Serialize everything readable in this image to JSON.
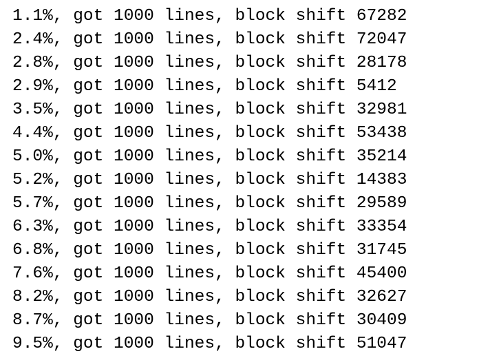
{
  "console": {
    "lines": [
      "1.1%, got 1000 lines, block shift 67282",
      "2.4%, got 1000 lines, block shift 72047",
      "2.8%, got 1000 lines, block shift 28178",
      "2.9%, got 1000 lines, block shift 5412",
      "3.5%, got 1000 lines, block shift 32981",
      "4.4%, got 1000 lines, block shift 53438",
      "5.0%, got 1000 lines, block shift 35214",
      "5.2%, got 1000 lines, block shift 14383",
      "5.7%, got 1000 lines, block shift 29589",
      "6.3%, got 1000 lines, block shift 33354",
      "6.8%, got 1000 lines, block shift 31745",
      "7.6%, got 1000 lines, block shift 45400",
      "8.2%, got 1000 lines, block shift 32627",
      "8.7%, got 1000 lines, block shift 30409",
      "9.5%, got 1000 lines, block shift 51047"
    ]
  },
  "colors": {
    "background": "#ffffff",
    "text": "#000000"
  }
}
